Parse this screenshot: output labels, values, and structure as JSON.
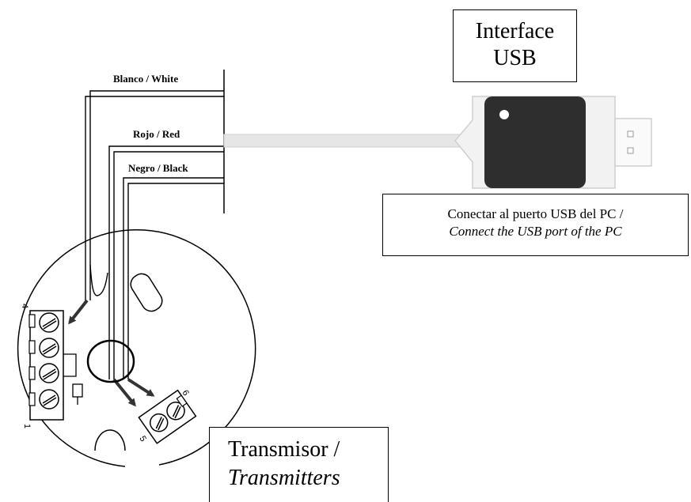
{
  "labels": {
    "interface_line1": "Interface",
    "interface_line2": "USB",
    "connect_line1": "Conectar al puerto USB del PC /",
    "connect_line2": "Connect the USB port of the PC",
    "transmitter_line1": "Transmisor /",
    "transmitter_line2": "Transmitters"
  },
  "wires": [
    {
      "label": "Blanco / White",
      "color": "#000000"
    },
    {
      "label": "Rojo / Red",
      "color": "#000000"
    },
    {
      "label": "Negro / Black",
      "color": "#000000"
    }
  ],
  "terminal_numbers": {
    "top_left": "4",
    "bottom_left": "1",
    "right_top": "6",
    "right_bottom": "5"
  },
  "colors": {
    "stroke": "#000000",
    "usb_body": "#2e2e2e",
    "usb_shell": "#f2f2f2",
    "cable": "#e6e6e6"
  }
}
